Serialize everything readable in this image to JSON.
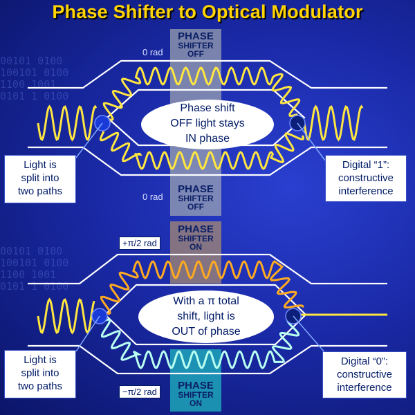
{
  "title": "Phase Shifter to Optical Modulator",
  "background_binary": "00101 0100\n100101 0100\n1100 1001\n0101 1 0100",
  "top": {
    "shifter_top": {
      "line1": "PHASE",
      "line2": "SHIFTER",
      "line3": "OFF"
    },
    "shifter_bottom": {
      "line1": "PHASE",
      "line2": "SHIFTER",
      "line3": "OFF"
    },
    "rad_top": "0 rad",
    "rad_bottom": "0 rad",
    "center_lines": [
      "Phase shift",
      "OFF light stays",
      "IN  phase"
    ],
    "left_callout": [
      "Light is",
      "split into",
      "two paths"
    ],
    "right_callout": [
      "Digital “1”:",
      "constructive",
      "interference"
    ]
  },
  "bottom": {
    "shifter_top": {
      "line1": "PHASE",
      "line2": "SHIFTER",
      "line3": "ON"
    },
    "shifter_bottom": {
      "line1": "PHASE",
      "line2": "SHIFTER",
      "line3": "ON"
    },
    "rad_top": "+π/2 rad",
    "rad_bottom": "−π/2 rad",
    "center_lines": [
      "With a π total",
      "shift, light is",
      "OUT of phase"
    ],
    "left_callout": [
      "Light is",
      "split into",
      "two paths"
    ],
    "right_callout": [
      "Digital “0”:",
      "constructive",
      "interference"
    ]
  },
  "colors": {
    "title": "#ffd400",
    "waveguide": "#ffffff",
    "wave_yellow": "#ffe640",
    "wave_orange": "#ffaa20",
    "wave_cyan": "#b8fff0",
    "shifter_off": "#c8ccb0",
    "shifter_on_top": "#c8a060",
    "shifter_on_bottom": "#20c0c0",
    "node": "#1a3ad8"
  }
}
